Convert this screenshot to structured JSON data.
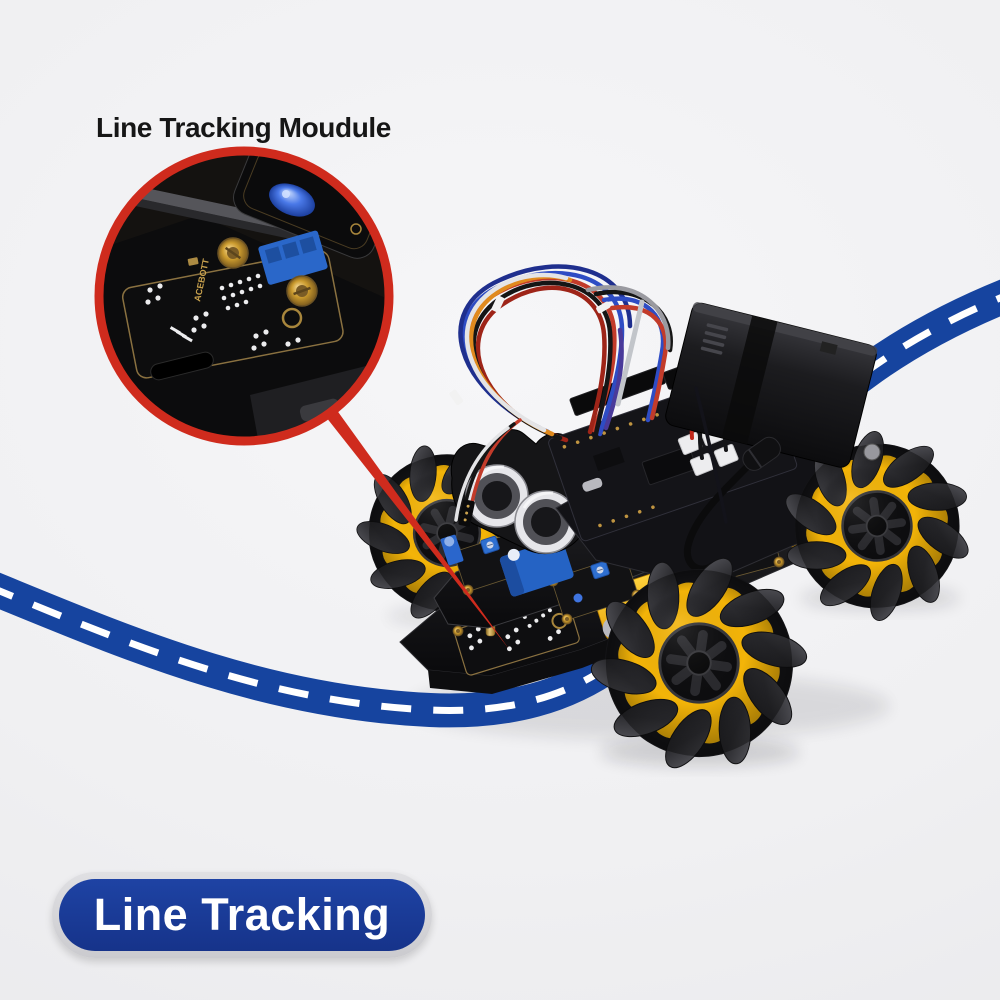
{
  "title": {
    "text": "Line Tracking Moudule",
    "color": "#161616"
  },
  "callout": {
    "pcb_brand": "ACEBOTT",
    "border_color": "#cf2b1d",
    "pointer_color": "#cf2b1d"
  },
  "track": {
    "road_color": "#16449f",
    "dash_color": "#ffffff"
  },
  "robot": {
    "wheel_color": "#f3b408",
    "roller_color": "#2c2c30",
    "chassis_color": "#121214",
    "board_accent": "#2b66c8",
    "standoff_color": "#c09a3e",
    "battery_color": "#1a1a1d"
  },
  "badge": {
    "label": "Line Tracking",
    "fill_color": "#17388e",
    "ring_color": "#d6d6d9",
    "text_color": "#ffffff"
  }
}
